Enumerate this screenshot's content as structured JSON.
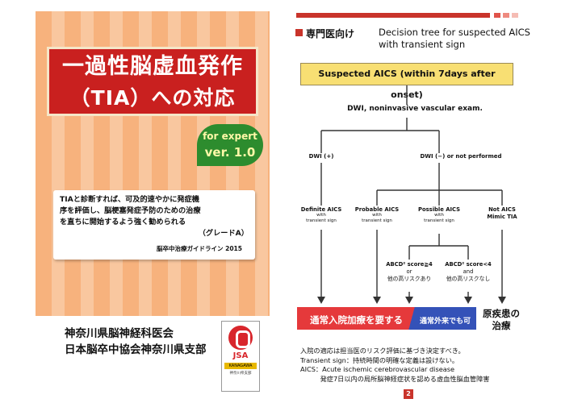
{
  "cover": {
    "title_line1": "一過性脳虚血発作",
    "title_line2": "（TIA）への対応",
    "badge_line1": "for expert",
    "badge_line2": "ver. 1.0",
    "quote_line1": "TIAと診断すれば、可及的速やかに発症機",
    "quote_line2": "序を評価し、脳梗塞発症予防のための治療",
    "quote_line3": "を直ちに開始するよう強く勧められる",
    "quote_grade": "（グレードA）",
    "quote_source": "脳卒中治療ガイドライン 2015",
    "assoc_line1": "神奈川県脳神経科医会",
    "assoc_line2": "日本脳卒中協会神奈川県支部",
    "logo_text": "JSA",
    "logo_sub1": "KANAGAWA",
    "logo_sub2": "神奈川県支部"
  },
  "page": {
    "header_ja": "専門医向け",
    "header_en_line1": "Decision tree for suspected AICS",
    "header_en_line2": "with transient sign",
    "suspect": "Suspected AICS (within 7days after onset)",
    "dwi": "DWI, noninvasive vascular exam.",
    "dwi_plus": "DWI (+)",
    "dwi_minus": "DWI (−) or not performed",
    "definite": "Definite AICS",
    "probable": "Probable AICS",
    "possible": "Possible AICS",
    "not_aics_1": "Not AICS",
    "not_aics_2": "Mimic TIA",
    "with": "with",
    "transient": "transient sign",
    "abcd_high": "ABCD² score≧4",
    "abcd_high_or": "or",
    "abcd_high_risk": "他の高リスクあり",
    "abcd_low": "ABCD² score<4",
    "abcd_low_and": "and",
    "abcd_low_risk": "他の高リスクなし",
    "band_red": "通常入院加療を要する",
    "band_blue": "通常外来でも可",
    "orig_1": "原疾患の",
    "orig_2": "治療",
    "foot_1": "入院の適応は担当医のリスク評価に基づき決定すべき。",
    "foot_2": "Transient sign：持続時間の明確な定義は設けない。",
    "foot_3": "AICS：Acute ischemic cerebrovascular disease",
    "foot_4": "　　　発症7日以内の局所脳神経症状を認める虚血性脳血管障害",
    "page_number": "2",
    "colors": {
      "accent_red": "#c9342b",
      "band_red": "#e5393b",
      "band_blue": "#3452b8",
      "suspect_yellow": "#f8df73"
    }
  }
}
